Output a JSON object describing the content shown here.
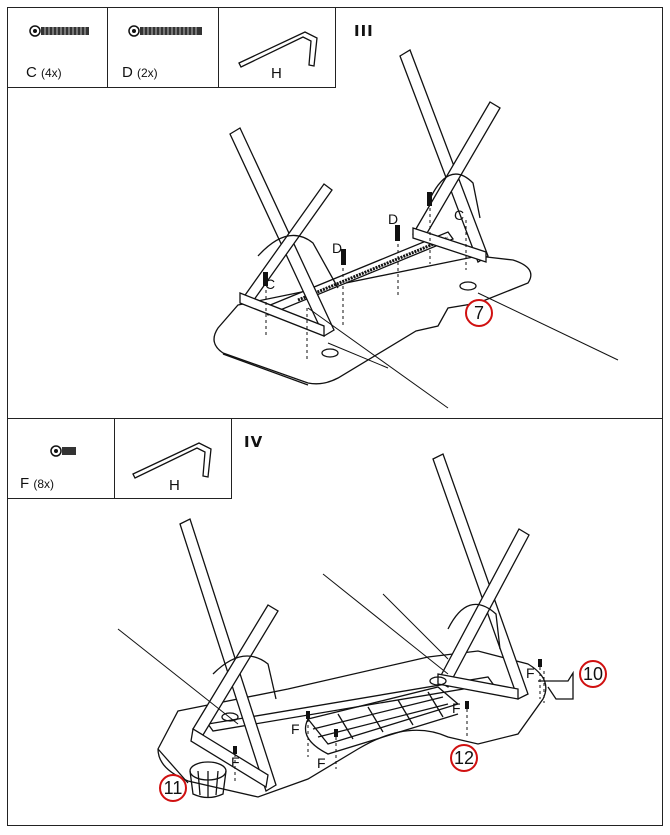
{
  "step3": {
    "title": "III",
    "parts": [
      {
        "icon": "long-screw-icon",
        "label": "C",
        "qty": "(4x)"
      },
      {
        "icon": "long-screw-icon",
        "label": "D",
        "qty": "(2x)"
      },
      {
        "icon": "allen-key-icon",
        "label": "H"
      }
    ],
    "callouts": [
      "7"
    ],
    "markers": [
      "C",
      "C",
      "D",
      "D"
    ]
  },
  "step4": {
    "title": "IV",
    "parts": [
      {
        "icon": "short-screw-icon",
        "label": "F",
        "qty": "(8x)"
      },
      {
        "icon": "allen-key-icon",
        "label": "H"
      }
    ],
    "callouts": [
      "10",
      "11",
      "12"
    ],
    "markers": [
      "F",
      "F",
      "F",
      "F",
      "F"
    ]
  }
}
